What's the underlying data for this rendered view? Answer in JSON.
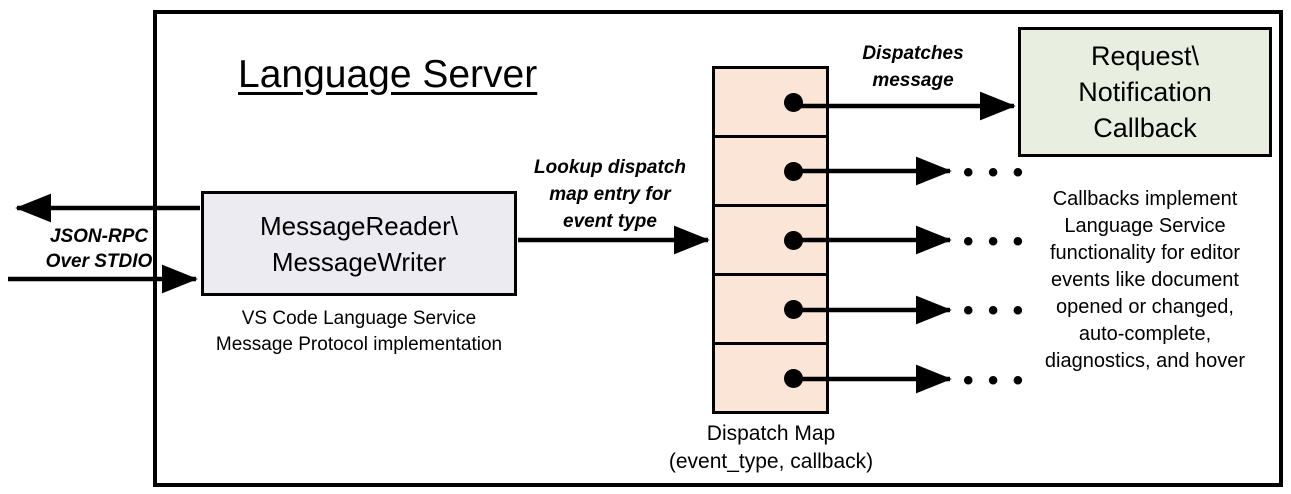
{
  "diagram": {
    "title": "Language Server",
    "external_io": {
      "label": "JSON-RPC\nOver STDIO",
      "outbound_arrow": "arrow-left-out",
      "inbound_arrow": "arrow-right-in"
    },
    "message_component": {
      "title": "MessageReader\\\nMessageWriter",
      "caption": "VS Code Language Service\nMessage Protocol implementation",
      "fill_color": "#EDEBF2",
      "border_color": "#000000"
    },
    "lookup_edge": {
      "label": "Lookup dispatch\nmap entry for\nevent type"
    },
    "dispatch_map": {
      "caption": "Dispatch Map\n(event_type, callback)",
      "fill_color": "#FBE5D6",
      "border_color": "#000000",
      "rows": [
        {
          "index": 1,
          "marker": "callback-dot",
          "target": "request-notification-callback"
        },
        {
          "index": 2,
          "marker": "callback-dot",
          "target": "ellipsis"
        },
        {
          "index": 3,
          "marker": "callback-dot",
          "target": "ellipsis"
        },
        {
          "index": 4,
          "marker": "callback-dot",
          "target": "ellipsis"
        },
        {
          "index": 5,
          "marker": "callback-dot",
          "target": "ellipsis"
        }
      ]
    },
    "dispatch_edge": {
      "label": "Dispatches\nmessage"
    },
    "callback_component": {
      "title": "Request\\\nNotification\nCallback",
      "caption": "Callbacks implement\nLanguage Service\nfunctionality for editor\nevents like document\nopened or changed,\nauto-complete,\ndiagnostics, and hover",
      "fill_color": "#E9EFE0",
      "border_color": "#000000"
    },
    "ellipses": [
      "• • •",
      "• • •",
      "• • •",
      "• • •"
    ]
  }
}
